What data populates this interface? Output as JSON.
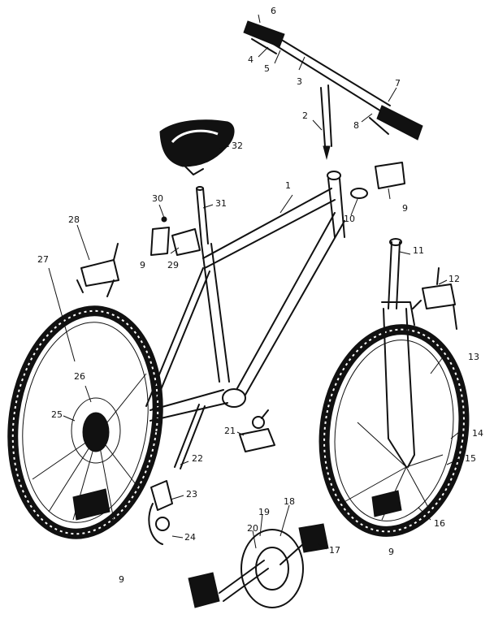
{
  "labels": [
    "1",
    "2",
    "3",
    "4",
    "5",
    "6",
    "7",
    "8",
    "9",
    "10",
    "11",
    "12",
    "13",
    "14",
    "15",
    "16",
    "17",
    "18",
    "19",
    "20",
    "21",
    "22",
    "23",
    "24",
    "25",
    "26",
    "27",
    "28",
    "29",
    "30",
    "31",
    "32"
  ],
  "reflector_label": "9"
}
